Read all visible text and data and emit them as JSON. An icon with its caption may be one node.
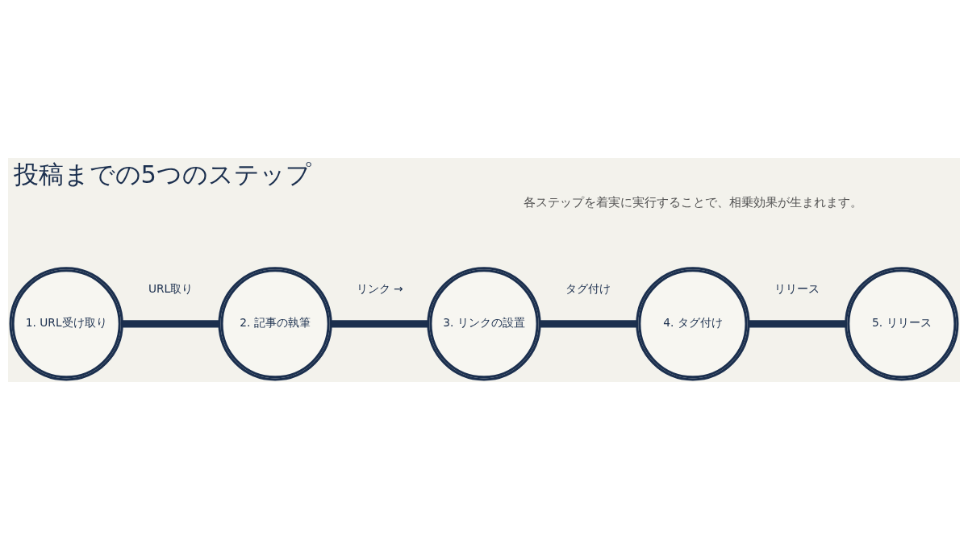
{
  "diagram": {
    "title": "投稿までの5つのステップ",
    "nodes": [
      {
        "text": [
          "1. URL受け取り"
        ]
      },
      {
        "text": [
          "2. 記事の執筆"
        ]
      },
      {
        "text": [
          "3. リンクの設置"
        ]
      },
      {
        "text": [
          "4. タグ付け"
        ]
      },
      {
        "text": [
          "5. リリース"
        ]
      }
    ],
    "edges": [
      {
        "from": 0,
        "to": 1,
        "arrow": "none",
        "label": "URL取り"
      },
      {
        "from": 1,
        "to": 2,
        "arrow": "none",
        "label": "リンク →"
      },
      {
        "from": 2,
        "to": 3,
        "arrow": "none",
        "label": "タグ付け"
      },
      {
        "from": 3,
        "to": 4,
        "arrow": "none",
        "label": "リリース"
      }
    ],
    "labels": [
      "各ステップを着実に実行することで、相乗効果が生まれます。"
    ]
  }
}
